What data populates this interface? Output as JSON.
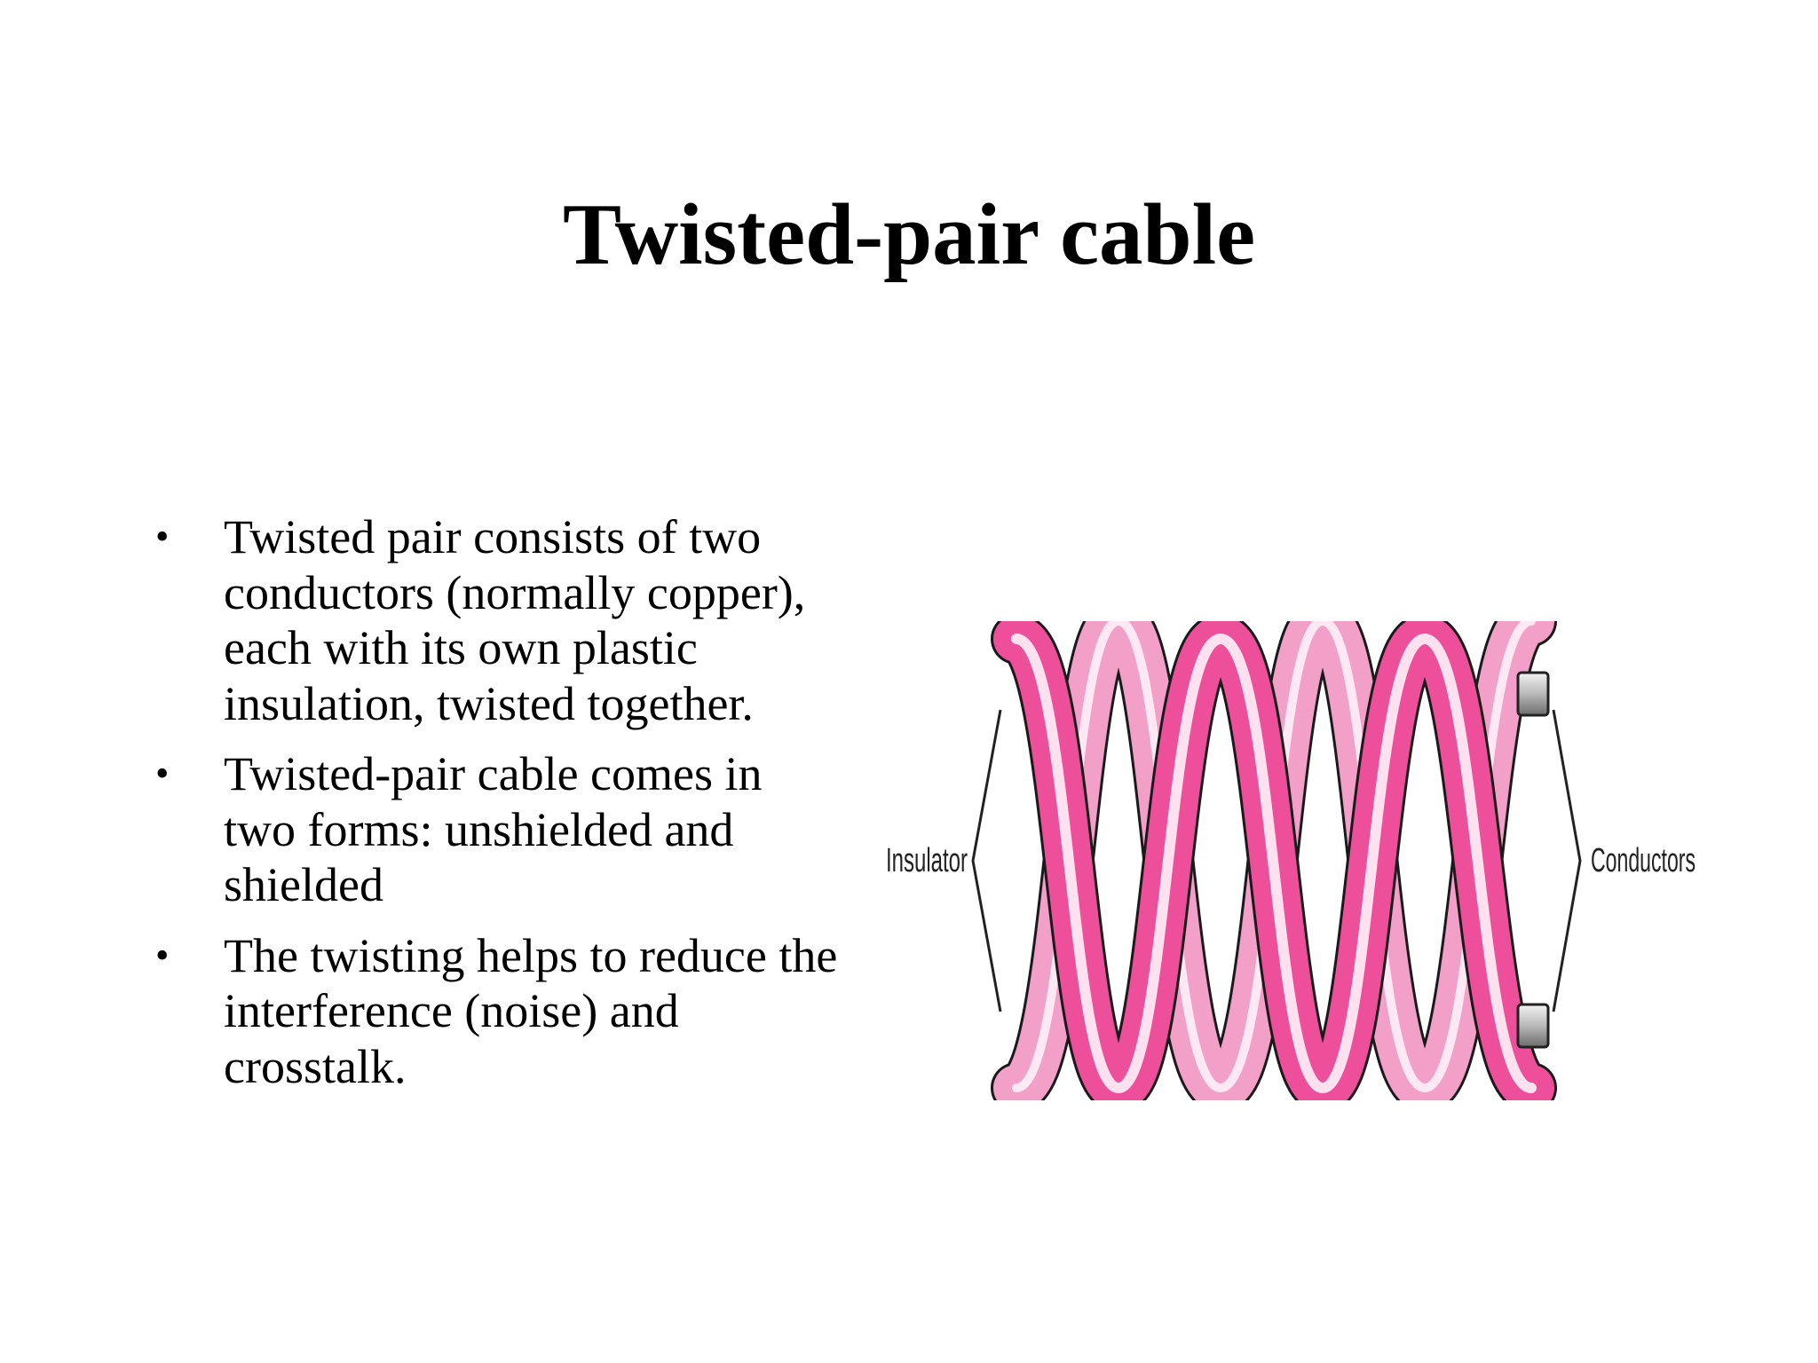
{
  "slide": {
    "title": "Twisted-pair cable",
    "bullets": [
      {
        "marker": "•",
        "lines": [
          "Twisted pair  consists  of two",
          "conductors (normally copper),",
          "each with its own plastic",
          "insulation, twisted together."
        ]
      },
      {
        "marker": "•",
        "lines": [
          "Twisted-pair cable comes in",
          "two forms: unshielded and",
          "shielded"
        ]
      },
      {
        "marker": "•",
        "lines": [
          "The twisting helps to reduce the",
          "interference (noise) and",
          "crosstalk."
        ]
      }
    ]
  },
  "diagram": {
    "labels": {
      "left": "Insulator",
      "right": "Conductors"
    },
    "colors": {
      "wire_pink": "#ee4f9a",
      "wire_edge": "#1a1a1a",
      "conductor_gray": "#b8b8b8"
    }
  }
}
